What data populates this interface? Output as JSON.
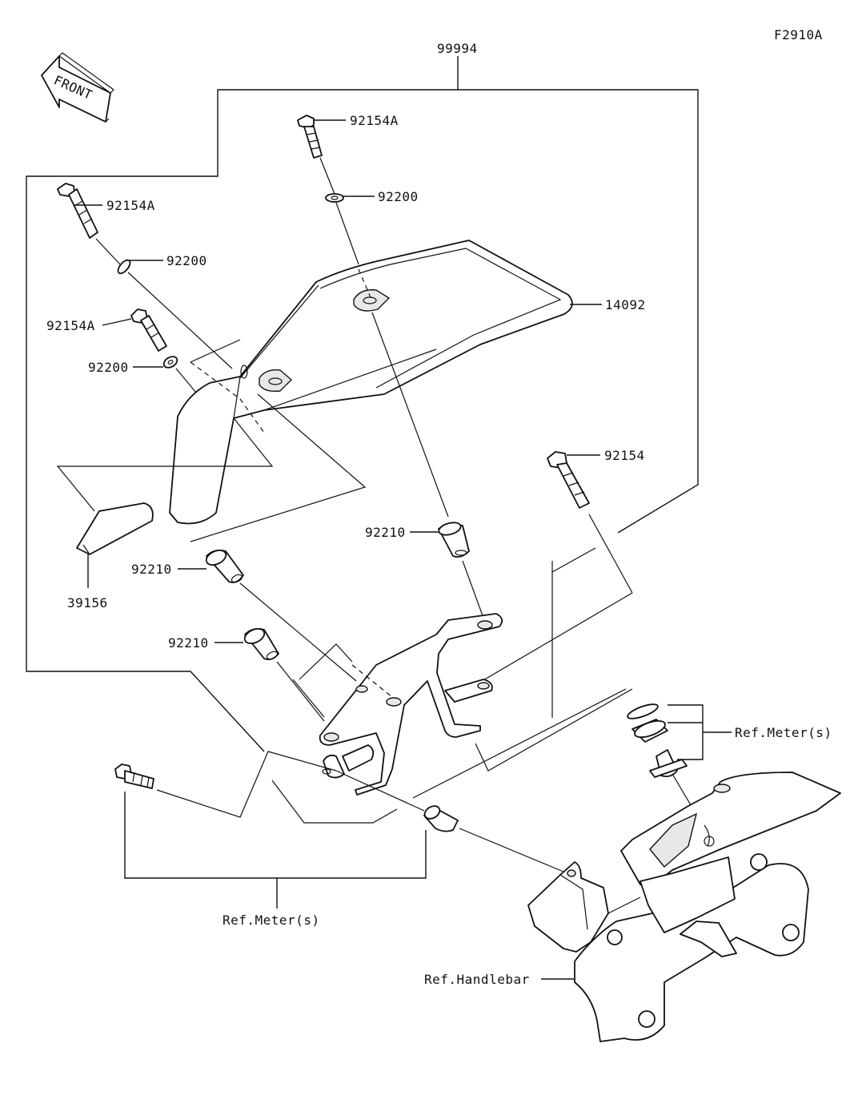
{
  "figure_code": "F2910A",
  "front_arrow": {
    "label": "FRONT",
    "icon": "front-arrow-icon"
  },
  "parts": [
    {
      "part_no": "99994"
    },
    {
      "part_no": "92154A"
    },
    {
      "part_no": "92200"
    },
    {
      "part_no": "92154A"
    },
    {
      "part_no": "92200"
    },
    {
      "part_no": "92154A"
    },
    {
      "part_no": "92200"
    },
    {
      "part_no": "14092"
    },
    {
      "part_no": "39156"
    },
    {
      "part_no": "92154"
    },
    {
      "part_no": "92210"
    },
    {
      "part_no": "92210"
    },
    {
      "part_no": "92210"
    }
  ],
  "references": [
    {
      "label": "Ref.Meter(s)"
    },
    {
      "label": "Ref.Meter(s)"
    },
    {
      "label": "Ref.Handlebar"
    }
  ]
}
